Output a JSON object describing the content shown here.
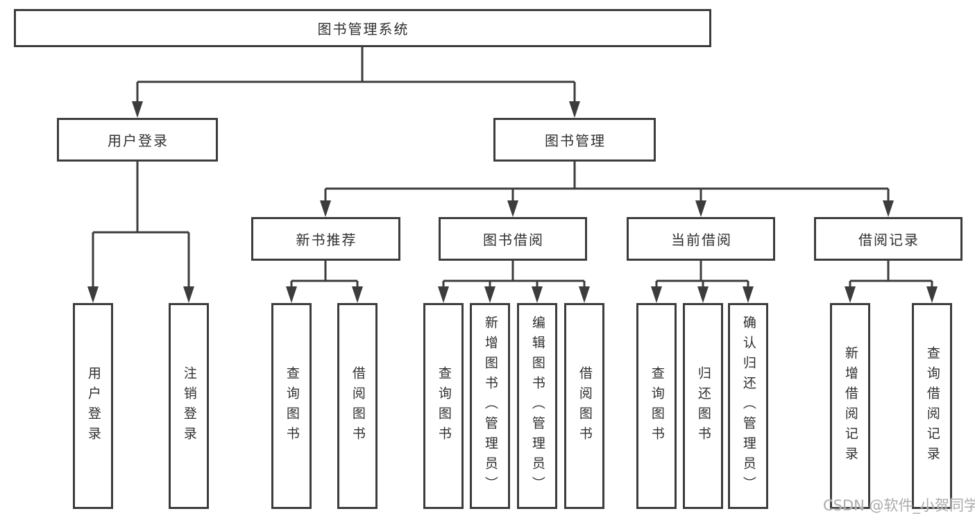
{
  "diagram": {
    "type": "hierarchy-tree",
    "tree": {
      "label": "图书管理系统",
      "children": [
        {
          "label": "用户登录",
          "children": [
            {
              "label": "用户登录"
            },
            {
              "label": "注销登录"
            }
          ]
        },
        {
          "label": "图书管理",
          "children": [
            {
              "label": "新书推荐",
              "children": [
                {
                  "label": "查询图书"
                },
                {
                  "label": "借阅图书"
                }
              ]
            },
            {
              "label": "图书借阅",
              "children": [
                {
                  "label": "查询图书"
                },
                {
                  "label": "新增图书（管理员）"
                },
                {
                  "label": "编辑图书（管理员）"
                },
                {
                  "label": "借阅图书"
                }
              ]
            },
            {
              "label": "当前借阅",
              "children": [
                {
                  "label": "查询图书"
                },
                {
                  "label": "归还图书"
                },
                {
                  "label": "确认归还（管理员）"
                }
              ]
            },
            {
              "label": "借阅记录",
              "children": [
                {
                  "label": "新增借阅记录"
                },
                {
                  "label": "查询借阅记录"
                }
              ]
            }
          ]
        }
      ]
    }
  },
  "watermark": {
    "text": "CSDN @软件_小贺同学"
  },
  "theme": {
    "line": "#3c3c3c",
    "text": "#2f2f2f",
    "bg": "#ffffff",
    "watermark": "#ababab"
  }
}
